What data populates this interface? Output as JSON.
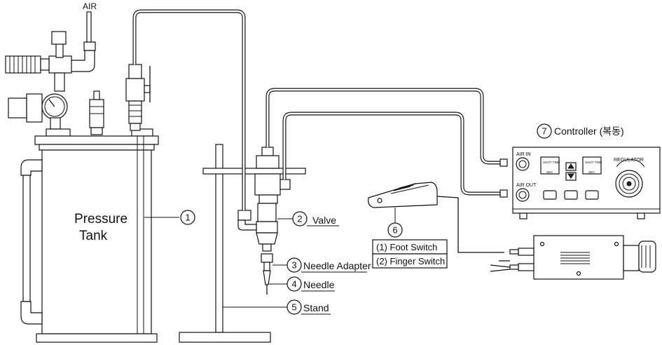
{
  "labels": {
    "air": "AIR",
    "pressure_tank_line1": "Pressure",
    "pressure_tank_line2": "Tank"
  },
  "callouts": [
    {
      "num": "1",
      "text": ""
    },
    {
      "num": "2",
      "text": "Valve"
    },
    {
      "num": "3",
      "text": "Needle Adapter"
    },
    {
      "num": "4",
      "text": "Needle"
    },
    {
      "num": "5",
      "text": "Stand"
    },
    {
      "num": "6",
      "text": ""
    },
    {
      "num": "7",
      "text": "Controller (복동)"
    }
  ],
  "switch_options": [
    "(1) Foot Switch",
    "(2) Finger Switch"
  ],
  "controller_panel": {
    "air_in": "AIR IN",
    "air_out": "AIR OUT",
    "shot_time_1": "SHOT TIME",
    "shot_time_2": "SHOT TIME",
    "sec_1": "SEC",
    "sec_2": "SEC",
    "regulator": "REGULATOR"
  }
}
